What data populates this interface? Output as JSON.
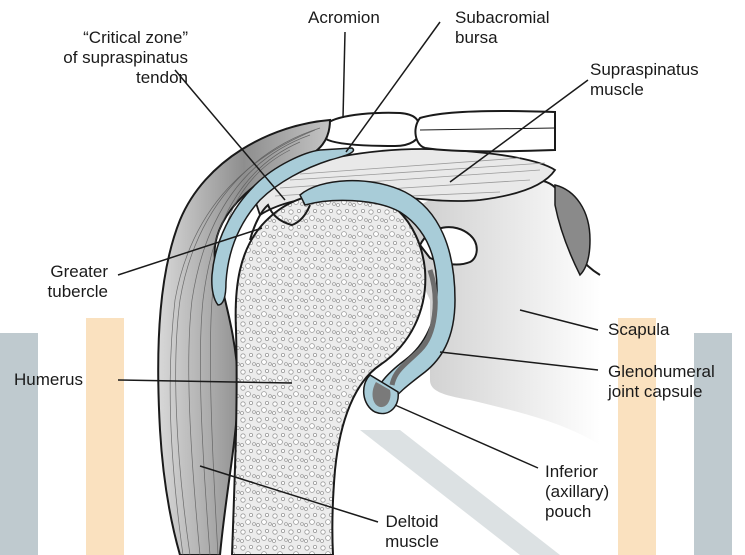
{
  "labels": {
    "acromion": "Acromion",
    "subacromial_bursa": [
      "Subacromial",
      "bursa"
    ],
    "critical_zone": [
      "“Critical zone”",
      "of supraspinatus",
      "tendon"
    ],
    "supraspinatus_muscle": [
      "Supraspinatus",
      "muscle"
    ],
    "greater_tubercle": [
      "Greater",
      "tubercle"
    ],
    "scapula": "Scapula",
    "glenohumeral_capsule": [
      "Glenohumeral",
      "joint capsule"
    ],
    "humerus": "Humerus",
    "inferior_pouch": [
      "Inferior",
      "(axillary)",
      "pouch"
    ],
    "deltoid_muscle": [
      "Deltoid",
      "muscle"
    ]
  },
  "colors": {
    "outline": "#1a1a1a",
    "bursa_fill": "#a8ccd8",
    "muscle_gray": "#9a9a9a",
    "bone_fill": "#e6e6e6",
    "watermark_gray": "#8b9ea8",
    "watermark_orange": "#f5c98a"
  }
}
